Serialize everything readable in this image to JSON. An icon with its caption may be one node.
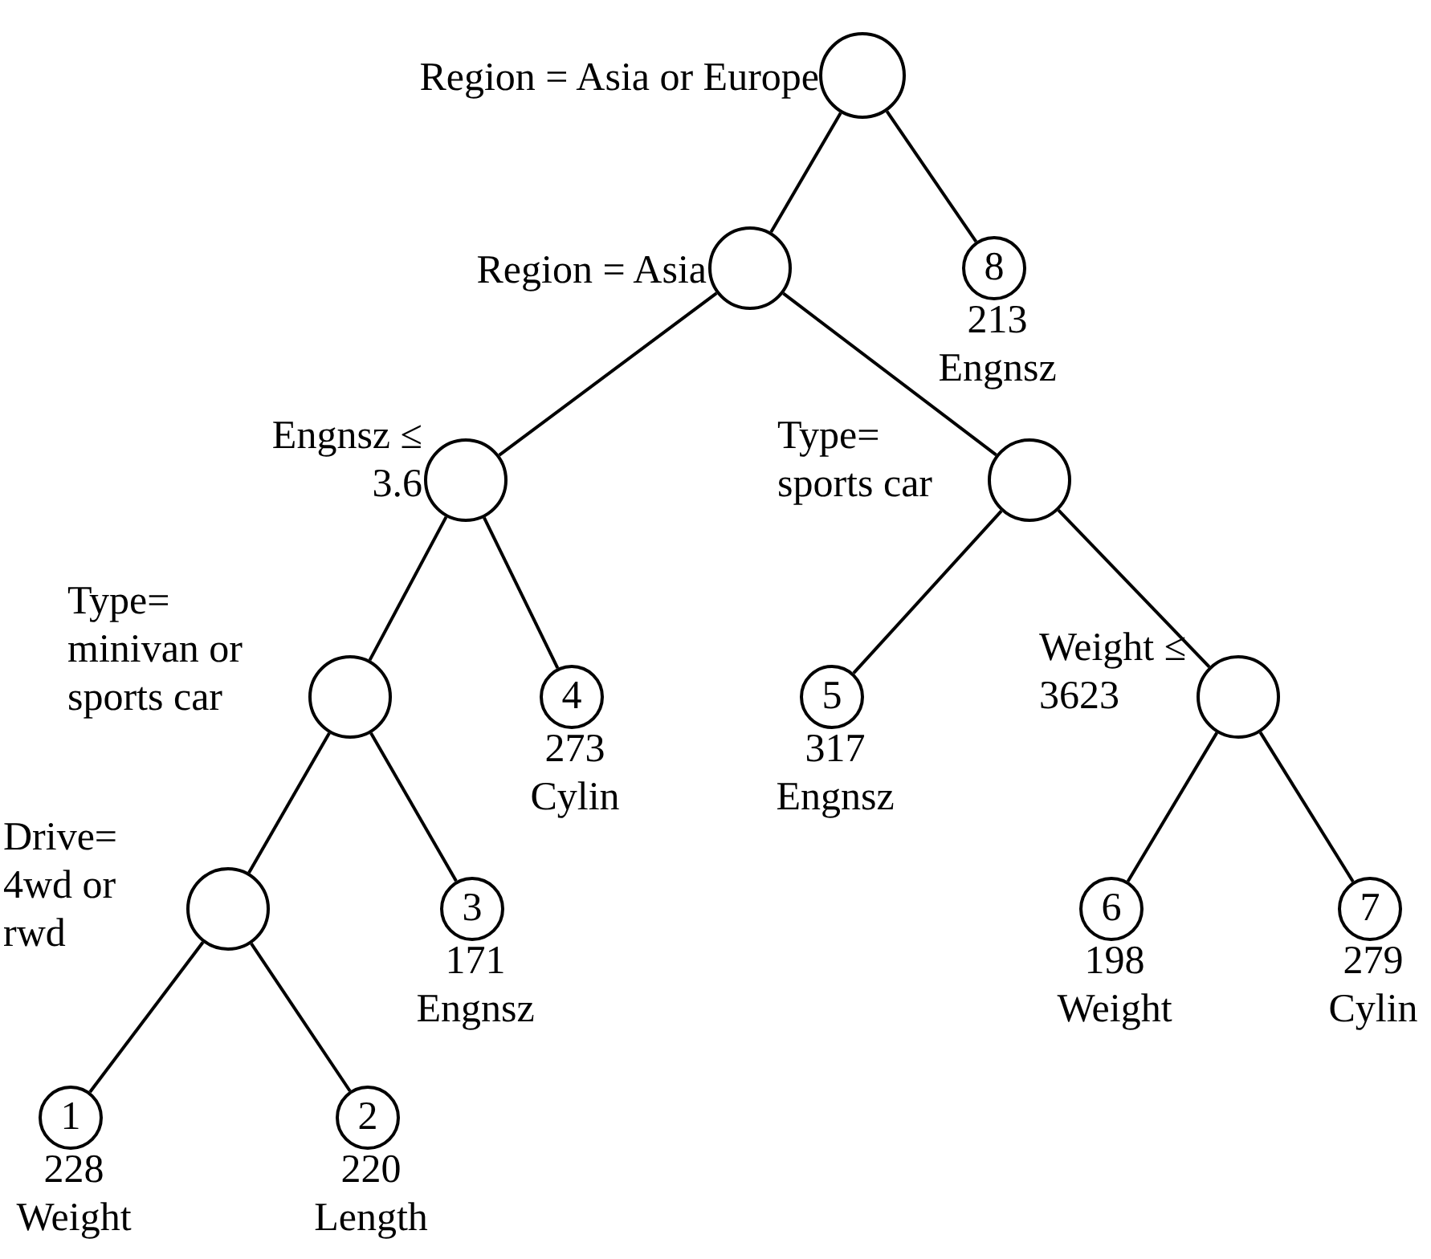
{
  "diagram": {
    "nodes": [
      {
        "text": [],
        "shape": "circle",
        "beside": [
          "Region = Asia or Europe"
        ]
      },
      {
        "text": [],
        "shape": "circle",
        "beside": [
          "Region = Asia"
        ]
      },
      {
        "text": [
          "8"
        ],
        "beside": [
          "213",
          "Engnsz"
        ]
      },
      {
        "text": [],
        "shape": "circle",
        "beside": [
          "Engnsz ≤ 3.6"
        ]
      },
      {
        "text": [],
        "shape": "circle",
        "beside": [
          "Type= sports car"
        ]
      },
      {
        "text": [],
        "shape": "circle",
        "beside": [
          "Type= minivan or sports car"
        ]
      },
      {
        "text": [
          "4"
        ],
        "beside": [
          "273",
          "Cylin"
        ]
      },
      {
        "text": [
          "5"
        ],
        "beside": [
          "317",
          "Engnsz"
        ]
      },
      {
        "text": [],
        "shape": "circle",
        "beside": [
          "Weight ≤ 3623"
        ]
      },
      {
        "text": [],
        "shape": "circle",
        "beside": [
          "Drive= 4wd or rwd"
        ]
      },
      {
        "text": [
          "3"
        ],
        "beside": [
          "171",
          "Engnsz"
        ]
      },
      {
        "text": [
          "6"
        ],
        "beside": [
          "198",
          "Weight"
        ]
      },
      {
        "text": [
          "7"
        ],
        "beside": [
          "279",
          "Cylin"
        ]
      },
      {
        "text": [
          "1"
        ],
        "beside": [
          "228",
          "Weight"
        ]
      },
      {
        "text": [
          "2"
        ],
        "beside": [
          "220",
          "Length"
        ]
      }
    ],
    "edges": [
      {
        "from": 0,
        "to": 1,
        "arrow": "none"
      },
      {
        "from": 0,
        "to": 2,
        "arrow": "none"
      },
      {
        "from": 1,
        "to": 3,
        "arrow": "none"
      },
      {
        "from": 1,
        "to": 4,
        "arrow": "none"
      },
      {
        "from": 3,
        "to": 5,
        "arrow": "none"
      },
      {
        "from": 3,
        "to": 6,
        "arrow": "none"
      },
      {
        "from": 4,
        "to": 7,
        "arrow": "none"
      },
      {
        "from": 4,
        "to": 8,
        "arrow": "none"
      },
      {
        "from": 5,
        "to": 9,
        "arrow": "none"
      },
      {
        "from": 5,
        "to": 10,
        "arrow": "none"
      },
      {
        "from": 8,
        "to": 11,
        "arrow": "none"
      },
      {
        "from": 8,
        "to": 12,
        "arrow": "none"
      },
      {
        "from": 9,
        "to": 13,
        "arrow": "none"
      },
      {
        "from": 9,
        "to": 14,
        "arrow": "none"
      }
    ]
  }
}
